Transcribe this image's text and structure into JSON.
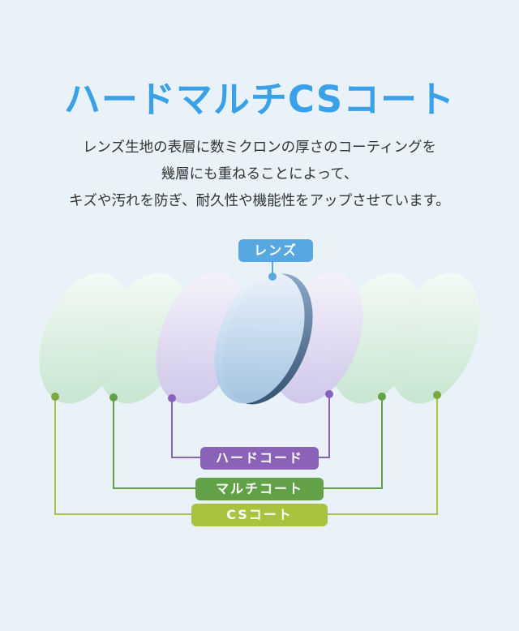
{
  "page": {
    "title": "ハードマルチCSコート",
    "description_lines": [
      "レンズ生地の表層に数ミクロンの厚さのコーティングを",
      "幾層にも重ねることによって、",
      "キズや汚れを防ぎ、耐久性や機能性をアップさせています。"
    ]
  },
  "diagram": {
    "lens_label": "レンズ",
    "hard_coat_label": "ハードコード",
    "multi_coat_label": "マルチコート",
    "cs_coat_label": "CSコート",
    "layers": [
      {
        "name": "cs-coat-layer-left",
        "color_type": "green"
      },
      {
        "name": "multi-coat-layer-left",
        "color_type": "green"
      },
      {
        "name": "hard-coat-layer-left",
        "color_type": "purple"
      },
      {
        "name": "lens-layer",
        "color_type": "blue"
      },
      {
        "name": "hard-coat-layer-right",
        "color_type": "purple"
      },
      {
        "name": "multi-coat-layer-right",
        "color_type": "green"
      },
      {
        "name": "cs-coat-layer-right",
        "color_type": "green"
      }
    ]
  },
  "colors": {
    "background": "#e9f2f8",
    "title": "#3aa1e8",
    "body_text": "#333333",
    "lens_badge": "#57a7e0",
    "hard_coat_badge": "#8a63b8",
    "multi_coat_badge": "#63a148",
    "cs_coat_badge": "#a9c23f",
    "layer_green": "#c6e5ce",
    "layer_purple": "#cfc5ea",
    "layer_blue": "#a8c7e5",
    "lens_edge_dark": "#325072"
  }
}
